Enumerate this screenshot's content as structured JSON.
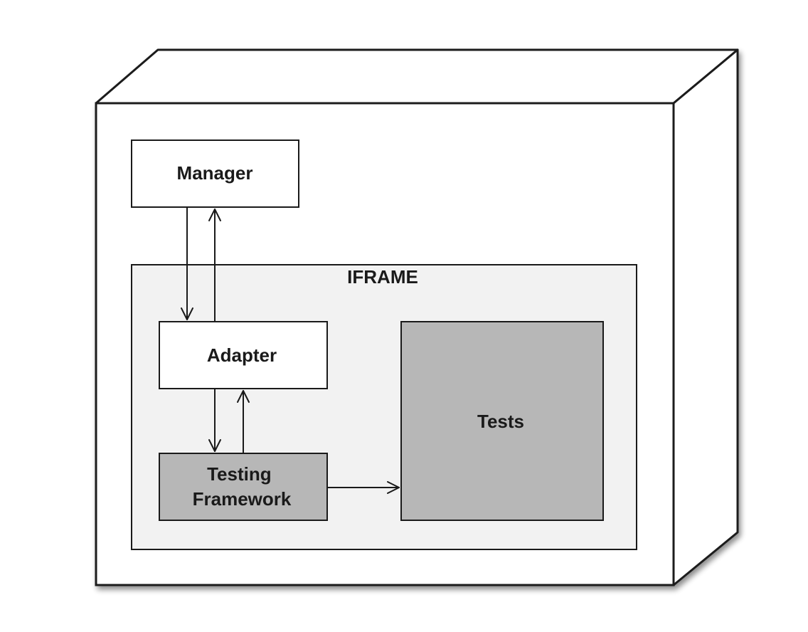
{
  "diagram": {
    "node": {
      "manager": "Manager",
      "iframe": "IFRAME",
      "adapter": "Adapter",
      "testing_framework": [
        "Testing",
        "Framework"
      ],
      "tests": "Tests"
    },
    "colors": {
      "outline": "#1a1a1a",
      "node_fill": "#ffffff",
      "iframe_fill": "#f2f2f2",
      "shaded_fill": "#b7b7b7"
    }
  }
}
